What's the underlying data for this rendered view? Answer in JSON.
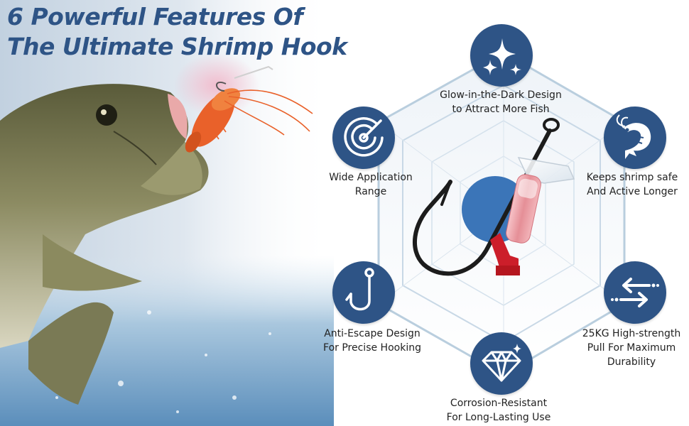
{
  "title": {
    "line1": "6 Powerful Features Of",
    "line2": "The Ultimate Shrimp Hook"
  },
  "colors": {
    "title": "#2e5486",
    "icon_circle": "#2e5486",
    "icon_glyph": "#ffffff",
    "hub": "#3b75b8",
    "hook": "#1c1c1c",
    "stopper": "#cc1e2a",
    "shrimp": "#e9612a"
  },
  "features": [
    {
      "icon": "sparkle-icon",
      "line1": "Glow-in-the-Dark Design",
      "line2": "to Attract More Fish"
    },
    {
      "icon": "shrimp-icon",
      "line1": "Keeps shrimp safe",
      "line2": "And Active Longer"
    },
    {
      "icon": "arrows-icon",
      "line1": "25KG High-strength",
      "line2": "Pull For Maximum",
      "line3": "Durability"
    },
    {
      "icon": "diamond-icon",
      "line1": "Corrosion-Resistant",
      "line2": "For Long-Lasting Use"
    },
    {
      "icon": "hook-icon",
      "line1": "Anti-Escape Design",
      "line2": "For Precise Hooking"
    },
    {
      "icon": "target-icon",
      "line1": "Wide Application",
      "line2": "Range"
    }
  ]
}
